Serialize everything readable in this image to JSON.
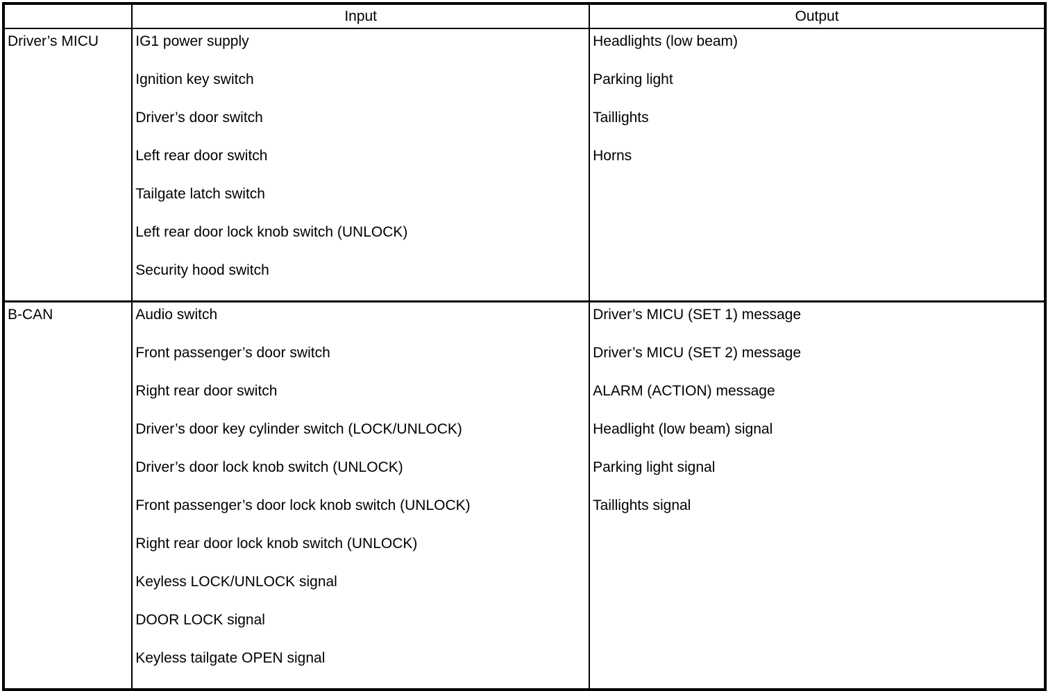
{
  "colors": {
    "background": "#ffffff",
    "text": "#000000",
    "border": "#000000"
  },
  "table": {
    "header": {
      "source_label": "",
      "input_label": "Input",
      "output_label": "Output"
    },
    "rows": [
      {
        "source": "Driver’s MICU",
        "inputs": [
          "IG1 power supply",
          "Ignition key switch",
          "Driver’s door switch",
          "Left rear door switch",
          "Tailgate latch switch",
          "Left rear door lock knob switch (UNLOCK)",
          "Security hood switch"
        ],
        "outputs": [
          "Headlights (low beam)",
          "Parking light",
          "Taillights",
          "Horns"
        ]
      },
      {
        "source": "B-CAN",
        "inputs": [
          "Audio switch",
          "Front passenger’s door switch",
          "Right rear door switch",
          "Driver’s door key cylinder switch (LOCK/UNLOCK)",
          "Driver’s door lock knob switch (UNLOCK)",
          "Front passenger’s door lock knob switch (UNLOCK)",
          "Right rear door lock knob switch (UNLOCK)",
          "Keyless LOCK/UNLOCK signal",
          "DOOR LOCK signal",
          "Keyless tailgate OPEN signal"
        ],
        "outputs": [
          "Driver’s MICU (SET 1) message",
          "Driver’s MICU (SET 2) message",
          "ALARM (ACTION) message",
          "Headlight (low beam) signal",
          "Parking light signal",
          "Taillights signal"
        ]
      }
    ]
  }
}
